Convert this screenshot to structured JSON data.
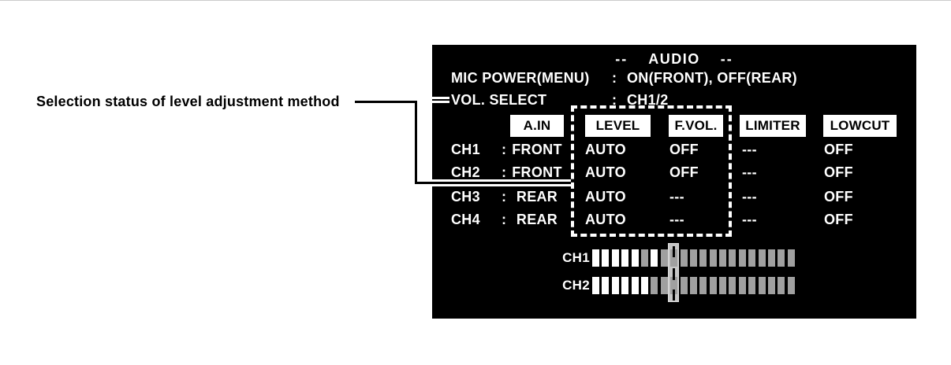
{
  "annotation": {
    "label": "Selection status of level adjustment method"
  },
  "panel": {
    "title": {
      "left_dashes": "--",
      "text": "AUDIO",
      "right_dashes": "--"
    },
    "info_rows": [
      {
        "label": "MIC POWER(MENU)",
        "separator": ":",
        "value": "ON(FRONT), OFF(REAR)"
      },
      {
        "label": "VOL. SELECT",
        "separator": ":",
        "value": "CH1/2"
      }
    ],
    "table": {
      "headers": [
        "A.IN",
        "LEVEL",
        "F.VOL.",
        "LIMITER",
        "LOWCUT"
      ],
      "rows": [
        {
          "channel": "CH1",
          "separator": ":",
          "a_in": "FRONT",
          "level": "AUTO",
          "f_vol": "OFF",
          "limiter": "---",
          "lowcut": "OFF"
        },
        {
          "channel": "CH2",
          "separator": ":",
          "a_in": "FRONT",
          "level": "AUTO",
          "f_vol": "OFF",
          "limiter": "---",
          "lowcut": "OFF"
        },
        {
          "channel": "CH3",
          "separator": ":",
          "a_in": "REAR",
          "level": "AUTO",
          "f_vol": "---",
          "limiter": "---",
          "lowcut": "OFF"
        },
        {
          "channel": "CH4",
          "separator": ":",
          "a_in": "REAR",
          "level": "AUTO",
          "f_vol": "---",
          "limiter": "---",
          "lowcut": "OFF"
        }
      ]
    },
    "meters": {
      "rows": [
        {
          "label": "CH1",
          "segments": [
            1,
            1,
            1,
            1,
            1,
            0,
            1,
            0,
            0,
            0,
            0,
            0,
            0,
            0,
            0,
            0,
            0,
            0,
            0,
            0,
            0
          ]
        },
        {
          "label": "CH2",
          "segments": [
            1,
            1,
            1,
            1,
            1,
            1,
            0,
            0,
            0,
            0,
            0,
            0,
            0,
            0,
            0,
            0,
            0,
            0,
            0,
            0,
            0
          ]
        }
      ]
    }
  },
  "colors": {
    "panel_bg": "#000000",
    "panel_text": "#ffffff",
    "header_bg": "#ffffff",
    "header_text": "#000000",
    "annotation_text": "#000000",
    "leader_line": "#000000",
    "meter_lit": "#ffffff",
    "meter_dim": "#a0a0a0",
    "meter_marker": "#c6c6c6",
    "meter_marker_tick": "#000000"
  }
}
